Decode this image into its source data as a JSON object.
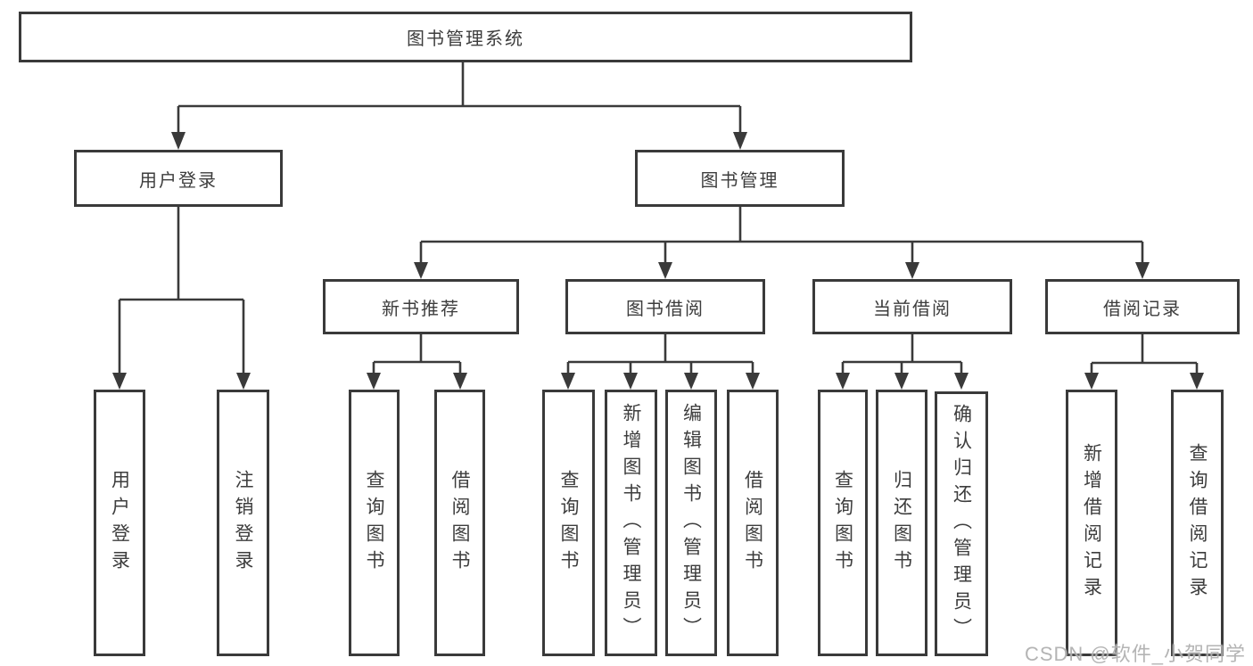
{
  "diagram": {
    "title": "图书管理系统",
    "nodes": {
      "root": "图书管理系统",
      "user_login": "用户登录",
      "book_mgmt": "图书管理",
      "l3": [
        "新书推荐",
        "图书借阅",
        "当前借阅",
        "借阅记录"
      ],
      "leaves_user": [
        "用户登录",
        "注销登录"
      ],
      "leaves_newbook": [
        "查询图书",
        "借阅图书"
      ],
      "leaves_borrow": [
        "查询图书",
        "新增图书（管理员）",
        "编辑图书（管理员）",
        "借阅图书"
      ],
      "leaves_current": [
        "查询图书",
        "归还图书",
        "确认归还（管理员）"
      ],
      "leaves_records": [
        "新增借阅记录",
        "查询借阅记录"
      ]
    },
    "colors": {
      "line": "#3a3a3a",
      "text": "#3d3d3d",
      "background": "#ffffff",
      "watermark": "#acacac"
    }
  },
  "watermark": "CSDN @软件_小贺同学"
}
